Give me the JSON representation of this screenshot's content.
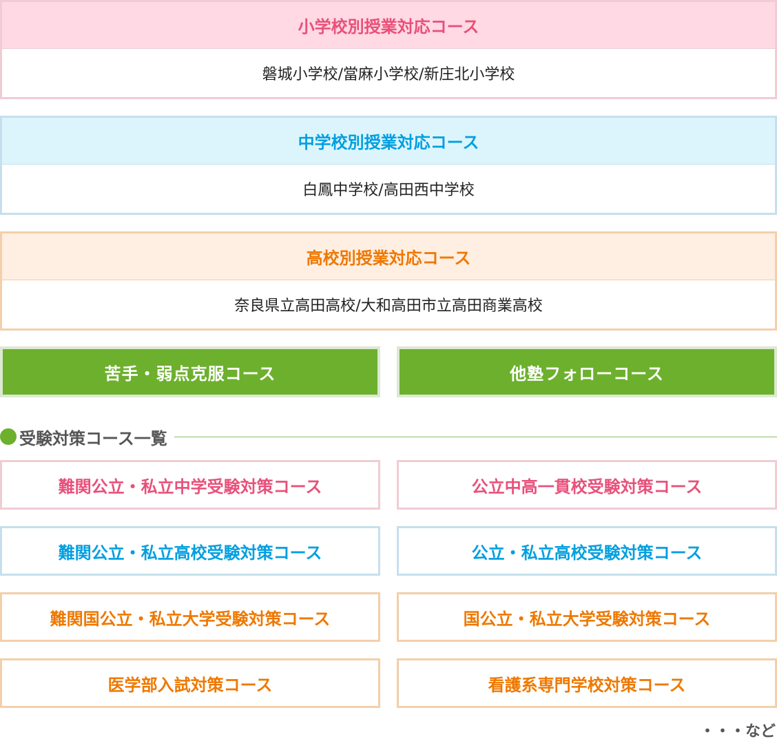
{
  "school_courses": [
    {
      "title": "小学校別授業対応コース",
      "schools": "磐城小学校/當麻小学校/新庄北小学校"
    },
    {
      "title": "中学校別授業対応コース",
      "schools": "白鳳中学校/高田西中学校"
    },
    {
      "title": "高校別授業対応コース",
      "schools": "奈良県立高田高校/大和高田市立高田商業高校"
    }
  ],
  "green_buttons": [
    "苦手・弱点克服コース",
    "他塾フォローコース"
  ],
  "exam_heading": "受験対策コース一覧",
  "exam_courses": [
    "難関公立・私立中学受験対策コース",
    "公立中高一貫校受験対策コース",
    "難関公立・私立高校受験対策コース",
    "公立・私立高校受験対策コース",
    "難関国公立・私立大学受験対策コース",
    "国公立・私立大学受験対策コース",
    "医学部入試対策コース",
    "看護系専門学校対策コース"
  ],
  "etc": "・・・など"
}
